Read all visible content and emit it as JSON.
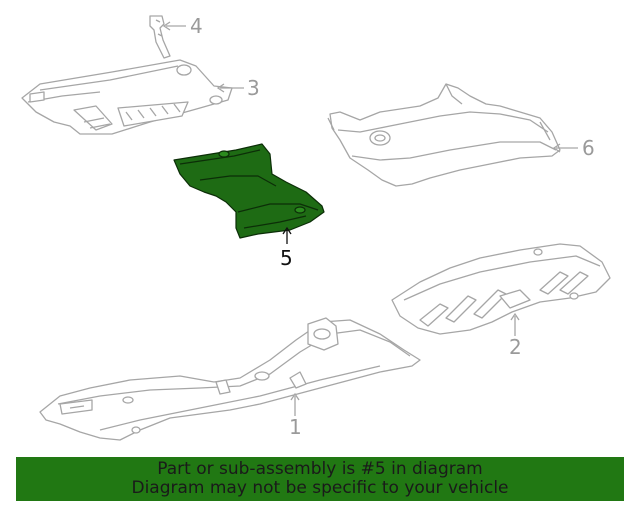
{
  "callouts": {
    "c1": "1",
    "c2": "2",
    "c3": "3",
    "c4": "4",
    "c5": "5",
    "c6": "6"
  },
  "highlight_part": "5",
  "banner": {
    "line1": "Part or sub-assembly is #5 in diagram",
    "line2": "Diagram may not be specific to your vehicle"
  },
  "colors": {
    "line_art": "#a6a6a6",
    "highlight_fill": "#1e6b14",
    "banner_bg": "#217813",
    "label_text": "#9a9a9a",
    "highlight_label": "#111111"
  }
}
